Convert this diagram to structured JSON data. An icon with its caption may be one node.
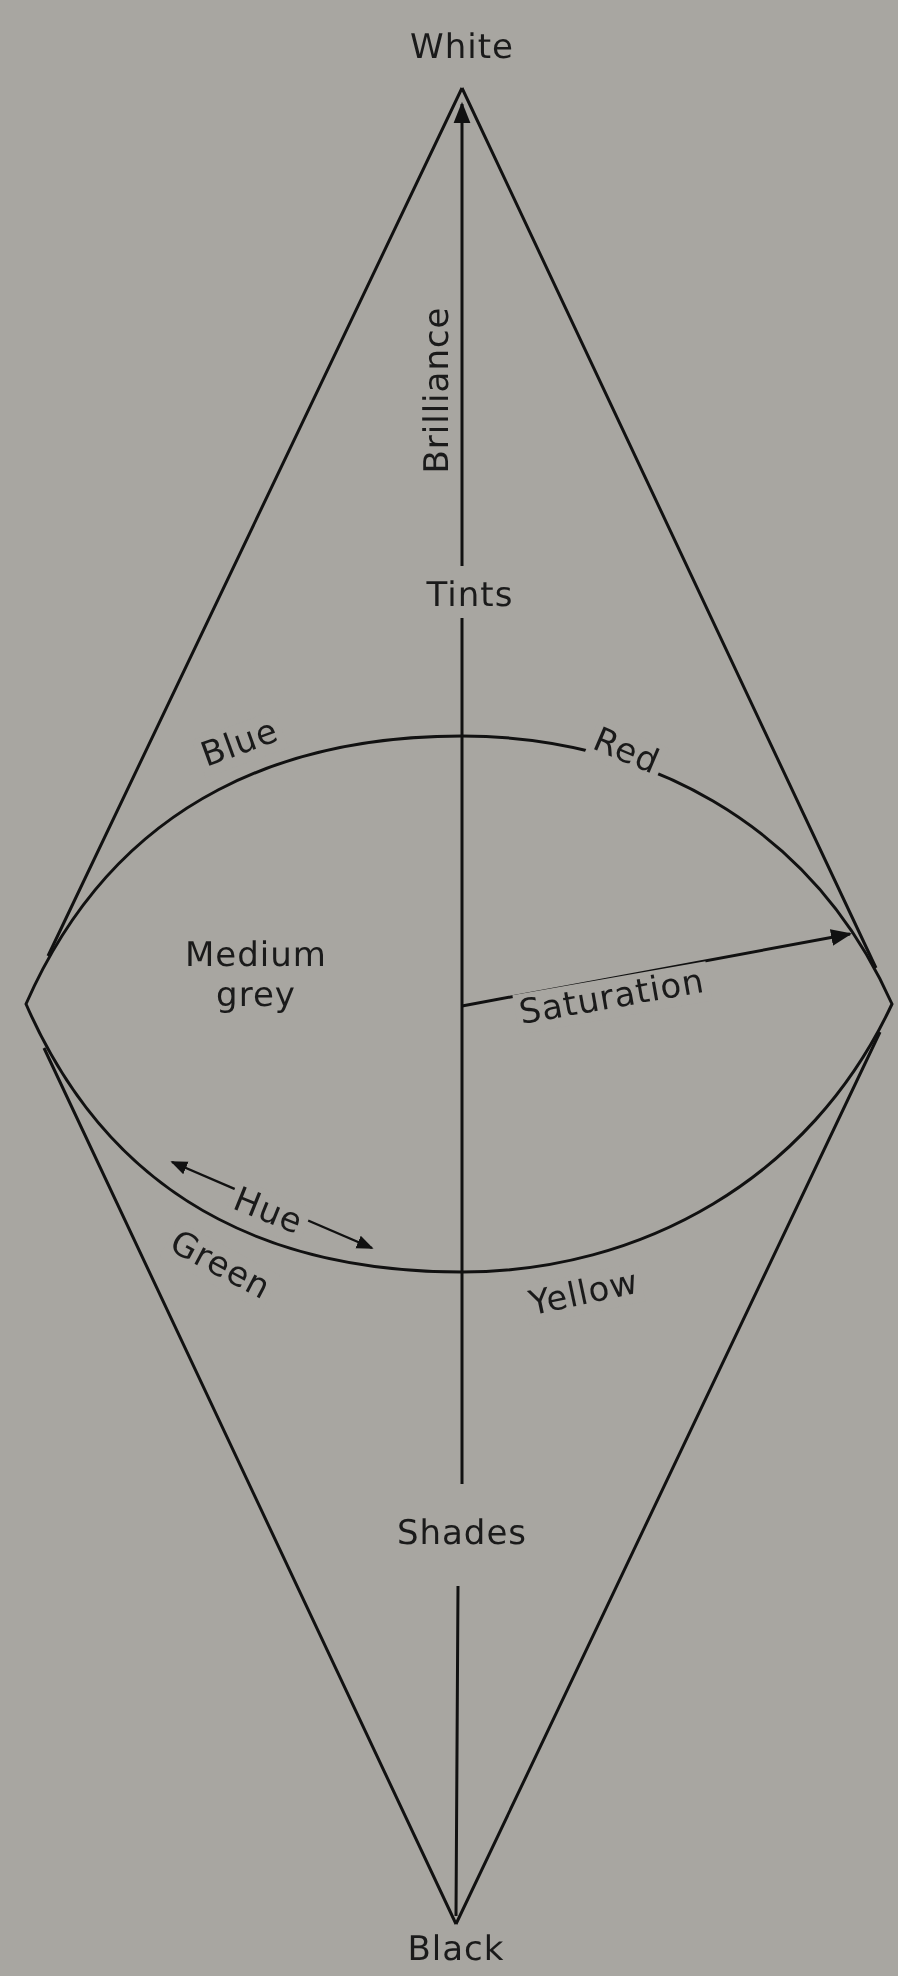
{
  "diagram": {
    "labels": [
      "White",
      "Brilliance",
      "Tints",
      "Blue",
      "Red",
      "Medium grey",
      "Saturation",
      "Hue",
      "Green",
      "Yellow",
      "Shades",
      "Black"
    ]
  }
}
